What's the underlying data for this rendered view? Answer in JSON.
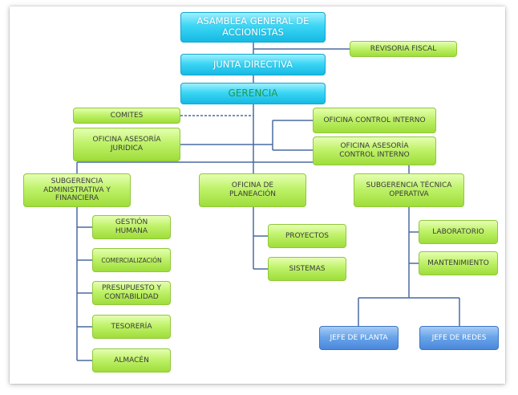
{
  "nodes": {
    "asamblea": "ASAMBLEA GENERAL DE\nACCIONISTAS",
    "revisoria": "REVISORIA FISCAL",
    "junta": "JUNTA DIRECTIVA",
    "gerencia": "GERENCIA",
    "comites": "COMITES",
    "oficina_control": "OFICINA CONTROL INTERNO",
    "oficina_juridica": "OFICINA ASESORÍA\nJURIDICA",
    "oficina_asesoria_control": "OFICINA ASESORÍA\nCONTROL INTERNO",
    "subgerencia_admin": "SUBGERENCIA\nADMINISTRATIVA Y\nFINANCIERA",
    "oficina_planeacion": "OFICINA DE\nPLANEACIÓN",
    "subgerencia_tecnica": "SUBGERENCIA TÉCNICA\nOPERATIVA",
    "gestion_humana": "GESTIÓN\nHUMANA",
    "comercializacion": "COMERCIALIZACIÓN",
    "presupuesto": "PRESUPUESTO Y\nCONTABILIDAD",
    "tesoreria": "TESORERÍA",
    "almacen": "ALMACÉN",
    "proyectos": "PROYECTOS",
    "sistemas": "SISTEMAS",
    "laboratorio": "LABORATORIO",
    "mantenimiento": "MANTENIMIENTO",
    "jefe_planta": "JEFE DE PLANTA",
    "jefe_redes": "JEFE DE REDES"
  },
  "colors": {
    "connector": "#4a6aa0",
    "primary": "#3cd6f5",
    "secondary": "#bff26a",
    "tertiary": "#6aa5ea"
  }
}
